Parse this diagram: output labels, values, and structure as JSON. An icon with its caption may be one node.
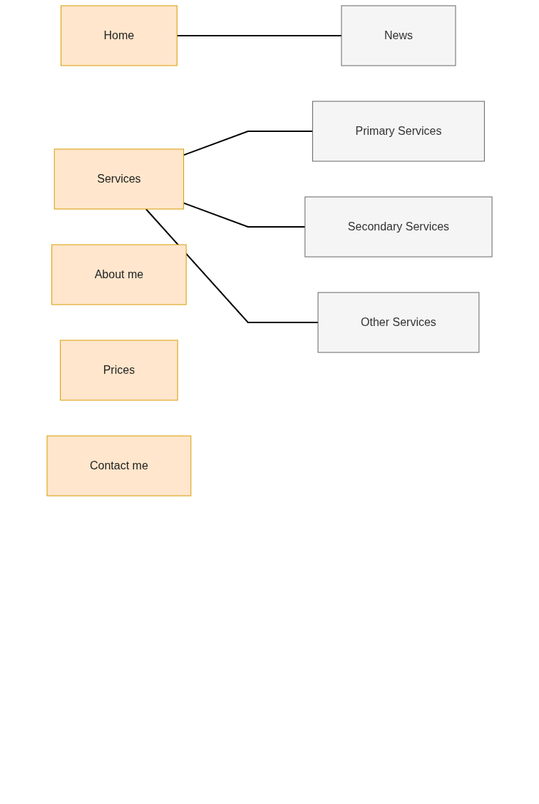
{
  "diagram": {
    "nodes": [
      {
        "text": [
          "Home"
        ]
      },
      {
        "text": [
          "News"
        ]
      },
      {
        "text": [
          "Services"
        ]
      },
      {
        "text": [
          "Primary Services"
        ]
      },
      {
        "text": [
          "Secondary Services"
        ]
      },
      {
        "text": [
          "Other Services"
        ]
      },
      {
        "text": [
          "About me"
        ]
      },
      {
        "text": [
          "Prices"
        ]
      },
      {
        "text": [
          "Contact me"
        ]
      }
    ],
    "edges": [
      {
        "from": 0,
        "to": 1,
        "arrow": "none"
      },
      {
        "from": 2,
        "to": 3,
        "arrow": "none"
      },
      {
        "from": 2,
        "to": 4,
        "arrow": "none"
      },
      {
        "from": 2,
        "to": 5,
        "arrow": "none"
      }
    ]
  }
}
